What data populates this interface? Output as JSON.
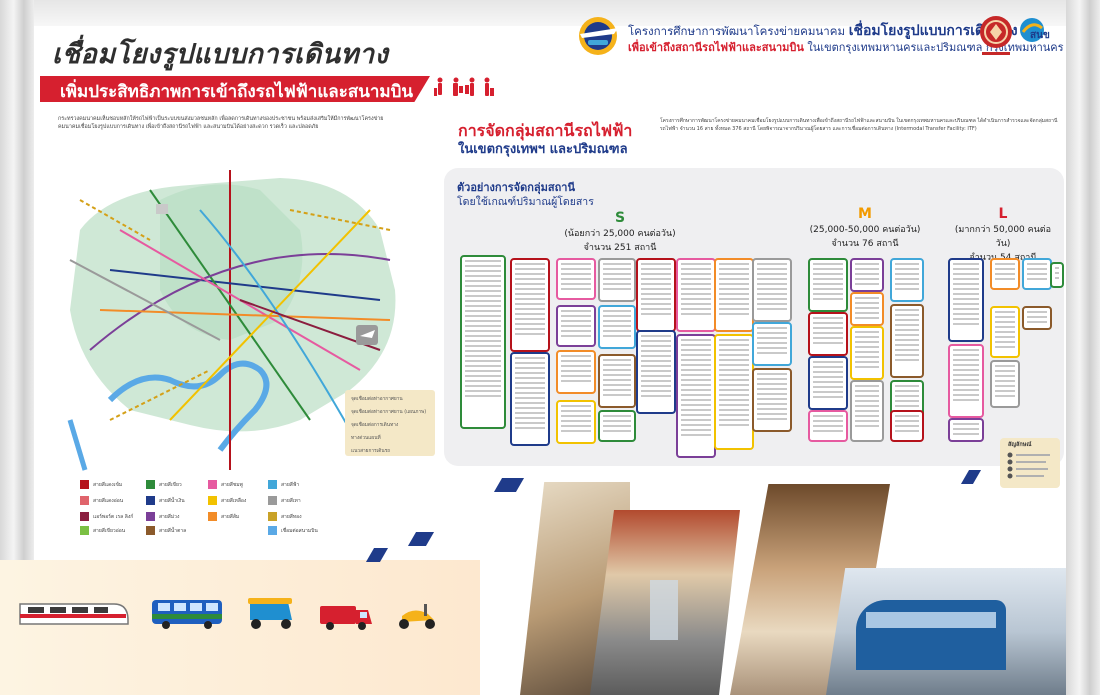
{
  "header": {
    "main_title": "เชื่อมโยงรูปแบบการเดินทาง",
    "banner": "เพิ่มประสิทธิภาพการเข้าถึงรถไฟฟ้าและสนามบิน",
    "project_line1": "โครงการศึกษาการพัฒนาโครงข่ายคมนาคม",
    "project_line1_bold": "เชื่อมโยงรูปแบบการเดินทาง",
    "project_line2_bold": "เพื่อเข้าถึงสถานีรถไฟฟ้าและสนามบิน",
    "project_line2": " ในเขตกรุงเทพมหานครและปริมณฑล กรุงเทพมหานคร",
    "logo_right_text": "สนข"
  },
  "intro_text": "กระทรวงคมนาคมเห็นชอบหลักให้รถไฟฟ้าเป็นระบบขนส่งมวลชนหลัก เพื่อลดการเดินทางของประชาชน พร้อมส่งเสริมให้มีการพัฒนาโครงข่ายคมนาคมเชื่อมโยงรูปแบบการเดินทาง เพื่อเข้าถึงสถานีรถไฟฟ้า และสนามบินได้อย่างสะดวก รวดเร็ว และปลอดภัย",
  "map_legend": [
    "จุดเชื่อมต่อท่าอากาศยาน",
    "จุดเชื่อมต่อท่าอากาศยาน (แผนภาพ)",
    "จุดเชื่อมต่อการเดินทาง",
    "ทางด่วนแผนที่",
    "แนวสายการเดินรถ"
  ],
  "line_legend": [
    {
      "label": "สายสีแดงเข้ม",
      "color": "#b5121b"
    },
    {
      "label": "สายสีเขียว",
      "color": "#2e8b3a"
    },
    {
      "label": "สายสีชมพู",
      "color": "#e65aa0"
    },
    {
      "label": "สายสีฟ้า",
      "color": "#41a7d9"
    },
    {
      "label": "สายสีแดงอ่อน",
      "color": "#e0646c"
    },
    {
      "label": "สายสีน้ำเงิน",
      "color": "#1f3b8a"
    },
    {
      "label": "สายสีเหลือง",
      "color": "#f2c200"
    },
    {
      "label": "สายสีเทา",
      "color": "#9a9a9a"
    },
    {
      "label": "แอร์พอร์ต เรล ลิงก์",
      "color": "#8b1e3f"
    },
    {
      "label": "สายสีม่วง",
      "color": "#7b3f98"
    },
    {
      "label": "สายสีส้ม",
      "color": "#f28c28"
    },
    {
      "label": "สายสีทอง",
      "color": "#c9a227"
    },
    {
      "label": "สายสีเขียวอ่อน",
      "color": "#7bc043"
    },
    {
      "label": "สายสีน้ำตาล",
      "color": "#8b5a2b"
    },
    {
      "label": "เชื่อมต่อสนามบิน",
      "color": "#5aa9e6"
    }
  ],
  "grouping": {
    "title_1": "การจัดกลุ่มสถานีรถไฟฟ้า",
    "title_2": "ในเขตกรุงเทพฯ และปริมณฑล",
    "description": "โครงการศึกษาการพัฒนาโครงข่ายคมนาคมเชื่อมโยงรูปแบบการเดินทางเพื่อเข้าถึงสถานีรถไฟฟ้าและสนามบิน ในเขตกรุงเทพมหานครและปริมณฑล ได้ดำเนินการสำรวจและจัดกลุ่มสถานีรถไฟฟ้า จำนวน 16 สาย ทั้งหมด 376 สถานี โดยพิจารณาจากปริมาณผู้โดยสาร และการเชื่อมต่อการเดินทาง (Intermodal Transfer Facility: ITF)",
    "example_title_1": "ตัวอย่างการจัดกลุ่มสถานี",
    "example_title_2": "โดยใช้เกณฑ์ปริมาณผู้โดยสาร",
    "categories": [
      {
        "letter": "S",
        "range": "(น้อยกว่า 25,000 คนต่อวัน)",
        "count": "จำนวน 251 สถานี",
        "color": "#2e8b3a"
      },
      {
        "letter": "M",
        "range": "(25,000-50,000 คนต่อวัน)",
        "count": "จำนวน 76 สถานี",
        "color": "#f29a00"
      },
      {
        "letter": "L",
        "range": "(มากกว่า 50,000 คนต่อวัน)",
        "count": "จำนวน 54 สถานี",
        "color": "#d6202f"
      }
    ],
    "symbol_legend_title": "สัญลักษณ์"
  },
  "colors": {
    "brand_red": "#d6202f",
    "brand_blue": "#1f3b8a",
    "panel_bg": "#efeff1"
  }
}
